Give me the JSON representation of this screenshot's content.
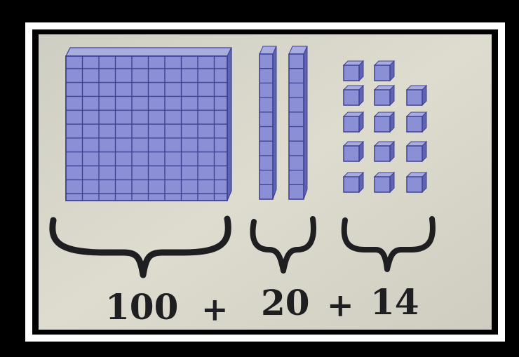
{
  "equation": {
    "hundreds": "100",
    "plus_1": "+",
    "tens": "20",
    "plus_2": "+",
    "ones": "14"
  },
  "blocks": {
    "hundreds_flats": 1,
    "tens_rods": 2,
    "unit_cubes": 14
  },
  "colors": {
    "block_face": "#8a8fd6",
    "block_line": "#3e4293",
    "paper": "#d9d8cf",
    "border_black": "#000000",
    "border_white": "#ffffff"
  }
}
